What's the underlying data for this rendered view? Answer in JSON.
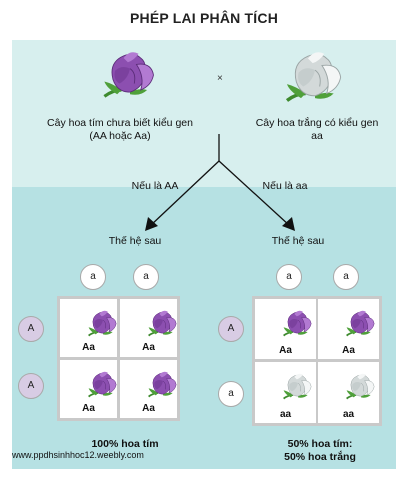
{
  "title": "PHÉP LAI PHÂN TÍCH",
  "cross_symbol": "×",
  "parent_left": {
    "label": "Cây hoa tím chưa biết kiểu gen\n(AA hoặc Aa)",
    "color": "purple"
  },
  "parent_right": {
    "label": "Cây hoa trắng có kiểu gen\naa",
    "color": "white"
  },
  "branch_left_label": "Nếu là AA",
  "branch_right_label": "Nếu là aa",
  "offspring_heading_left": "Thế hệ sau",
  "offspring_heading_right": "Thế hệ sau",
  "left_square": {
    "top_gametes": [
      "a",
      "a"
    ],
    "side_gametes": [
      "A",
      "A"
    ],
    "cells": [
      {
        "genotype": "Aa",
        "flower": "purple"
      },
      {
        "genotype": "Aa",
        "flower": "purple"
      },
      {
        "genotype": "Aa",
        "flower": "purple"
      },
      {
        "genotype": "Aa",
        "flower": "purple"
      }
    ],
    "result": "100% hoa tím"
  },
  "right_square": {
    "top_gametes": [
      "a",
      "a"
    ],
    "side_gametes": [
      "A",
      "a"
    ],
    "cells": [
      {
        "genotype": "Aa",
        "flower": "purple"
      },
      {
        "genotype": "Aa",
        "flower": "purple"
      },
      {
        "genotype": "aa",
        "flower": "white"
      },
      {
        "genotype": "aa",
        "flower": "white"
      }
    ],
    "result": "50% hoa tím:\n50% hoa trắng"
  },
  "website": "www.ppdhsinhhoc12.weebly.com",
  "colors": {
    "purple": "#9a5fbf",
    "white": "#e6eaea",
    "panel_top": "#d7efee",
    "panel_bottom": "#b6e1e3",
    "gamete_A": "#d8cce4"
  }
}
